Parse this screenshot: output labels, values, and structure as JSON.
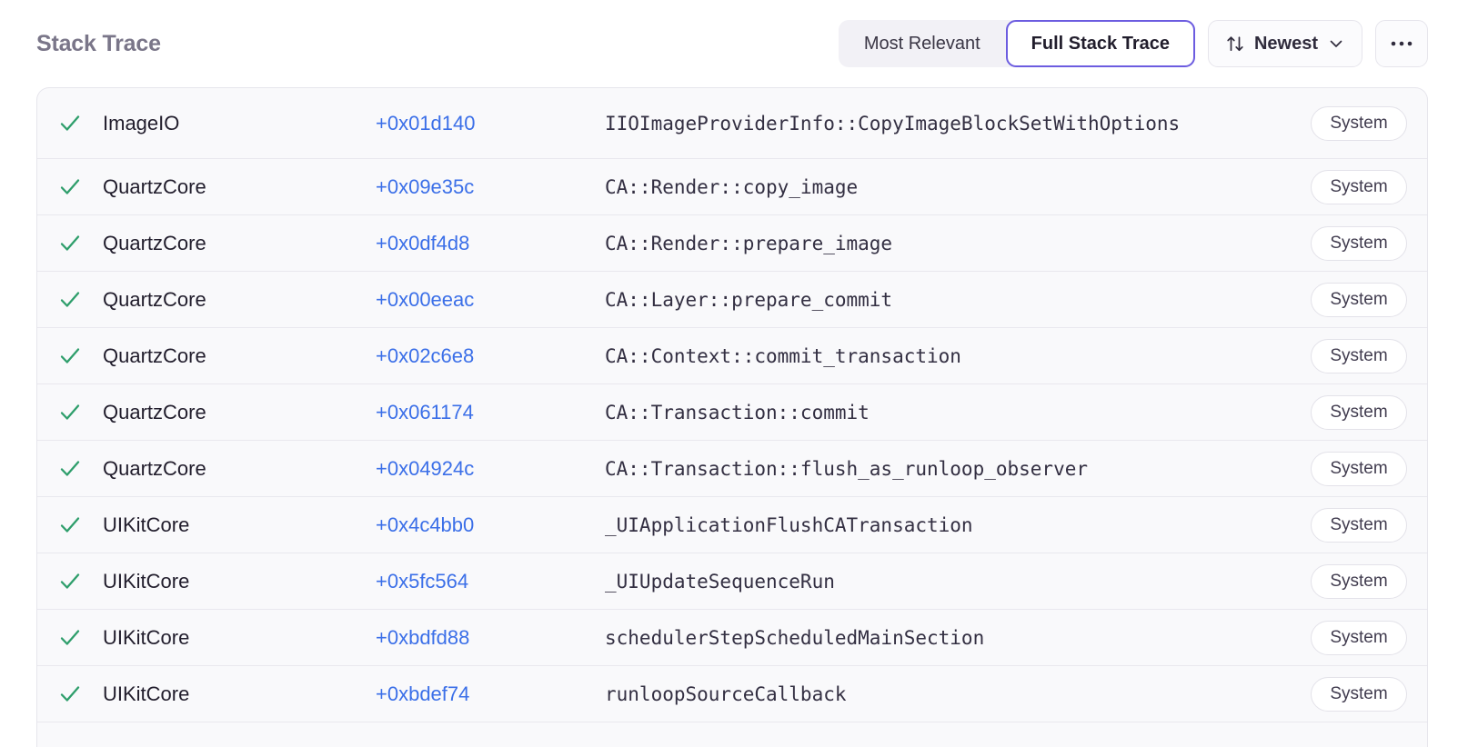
{
  "header": {
    "title": "Stack Trace",
    "view_toggle": {
      "options": [
        "Most Relevant",
        "Full Stack Trace"
      ],
      "selected": "Full Stack Trace",
      "most_relevant_label": "Most Relevant",
      "full_stack_trace_label": "Full Stack Trace"
    },
    "sort": {
      "label": "Newest",
      "sort_icon": "sort-arrows-icon",
      "chevron_icon": "chevron-down-icon"
    },
    "overflow": {
      "label": "•••",
      "icon": "ellipsis-icon"
    }
  },
  "colors": {
    "accent": "#6c5ce0",
    "link": "#3b6fe8",
    "check": "#2e9e6b",
    "title": "#7a7689",
    "row_bg": "#f9f9fb",
    "border": "#e6e5ec"
  },
  "columns": {
    "status": "status",
    "binary": "binary",
    "offset": "offset",
    "symbol": "symbol",
    "tag": "tag"
  },
  "frames": [
    {
      "status_icon": "check-icon",
      "binary": "ImageIO",
      "offset": "+0x01d140",
      "symbol": "IIOImageProviderInfo::CopyImageBlockSetWithOptions",
      "tag": "System"
    },
    {
      "status_icon": "check-icon",
      "binary": "QuartzCore",
      "offset": "+0x09e35c",
      "symbol": "CA::Render::copy_image",
      "tag": "System"
    },
    {
      "status_icon": "check-icon",
      "binary": "QuartzCore",
      "offset": "+0x0df4d8",
      "symbol": "CA::Render::prepare_image",
      "tag": "System"
    },
    {
      "status_icon": "check-icon",
      "binary": "QuartzCore",
      "offset": "+0x00eeac",
      "symbol": "CA::Layer::prepare_commit",
      "tag": "System"
    },
    {
      "status_icon": "check-icon",
      "binary": "QuartzCore",
      "offset": "+0x02c6e8",
      "symbol": "CA::Context::commit_transaction",
      "tag": "System"
    },
    {
      "status_icon": "check-icon",
      "binary": "QuartzCore",
      "offset": "+0x061174",
      "symbol": "CA::Transaction::commit",
      "tag": "System"
    },
    {
      "status_icon": "check-icon",
      "binary": "QuartzCore",
      "offset": "+0x04924c",
      "symbol": "CA::Transaction::flush_as_runloop_observer",
      "tag": "System"
    },
    {
      "status_icon": "check-icon",
      "binary": "UIKitCore",
      "offset": "+0x4c4bb0",
      "symbol": "_UIApplicationFlushCATransaction",
      "tag": "System"
    },
    {
      "status_icon": "check-icon",
      "binary": "UIKitCore",
      "offset": "+0x5fc564",
      "symbol": "_UIUpdateSequenceRun",
      "tag": "System"
    },
    {
      "status_icon": "check-icon",
      "binary": "UIKitCore",
      "offset": "+0xbdfd88",
      "symbol": "schedulerStepScheduledMainSection",
      "tag": "System"
    },
    {
      "status_icon": "check-icon",
      "binary": "UIKitCore",
      "offset": "+0xbdef74",
      "symbol": "runloopSourceCallback",
      "tag": "System"
    }
  ]
}
